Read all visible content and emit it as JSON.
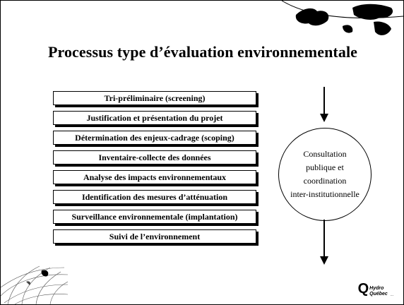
{
  "title": "Processus type d’évaluation environnementale",
  "steps": [
    "Tri-préliminaire (screening)",
    "Justification et présentation du projet",
    "Détermination des enjeux-cadrage  (scoping)",
    "Inventaire-collecte des données",
    "Analyse des impacts environnementaux",
    "Identification des mesures d’atténuation",
    "Surveillance environnementale (implantation)",
    "Suivi de l’environnement"
  ],
  "consultation": {
    "line1": "Consultation",
    "line2": "publique et",
    "line3": "coordination",
    "line4": "inter-institutionnelle"
  },
  "logo": {
    "mark": "Q",
    "line1": "Hydro",
    "line2": "Québec",
    "page": "..."
  }
}
